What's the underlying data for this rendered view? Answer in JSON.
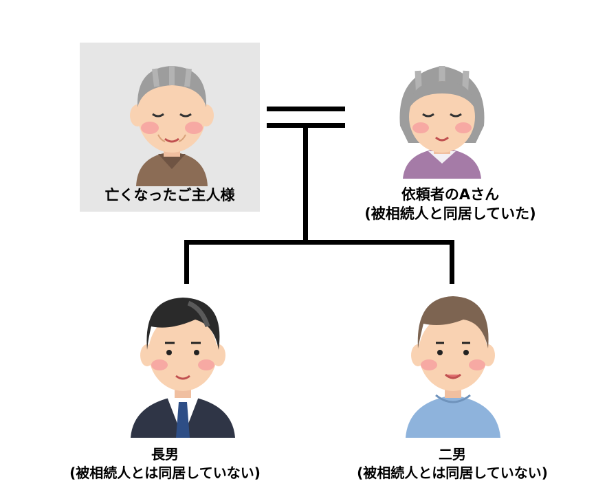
{
  "people": {
    "deceased": {
      "line1": "亡くなったご主人様"
    },
    "requester": {
      "line1": "依頼者のAさん",
      "line2": "(被相続人と同居していた)"
    },
    "eldest_son": {
      "line1": "長男",
      "line2": "(被相続人とは同居していない)"
    },
    "second_son": {
      "line1": "二男",
      "line2": "(被相続人とは同居していない)"
    }
  },
  "colors": {
    "line": "#000000",
    "skin": "#f9d2b2",
    "cheek": "#f7a9a3",
    "gray_hair": "#9d9d9d",
    "gray_hair_stripe": "#b3b3b3",
    "deceased_sweater": "#8b6c55",
    "requester_sweater": "#a57ba7",
    "suit": "#2f3546",
    "tie": "#2e4e86",
    "second_son_hair": "#7d6451",
    "second_son_shirt": "#8eb3dc"
  }
}
